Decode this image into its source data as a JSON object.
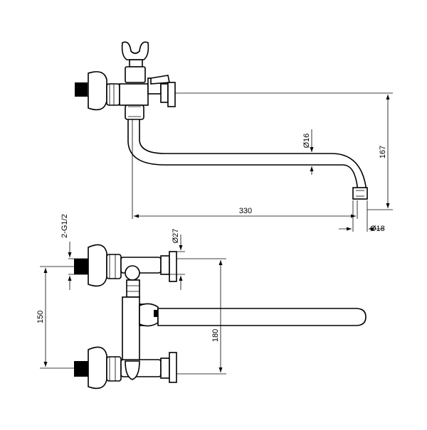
{
  "dimensions": {
    "height_top": "167",
    "spout_diameter": "Ø16",
    "spout_length": "330",
    "outlet_diameter": "Ø18",
    "thread": "2-G1/2",
    "flange_diameter": "Ø27",
    "center_distance": "150",
    "total_height": "180"
  }
}
